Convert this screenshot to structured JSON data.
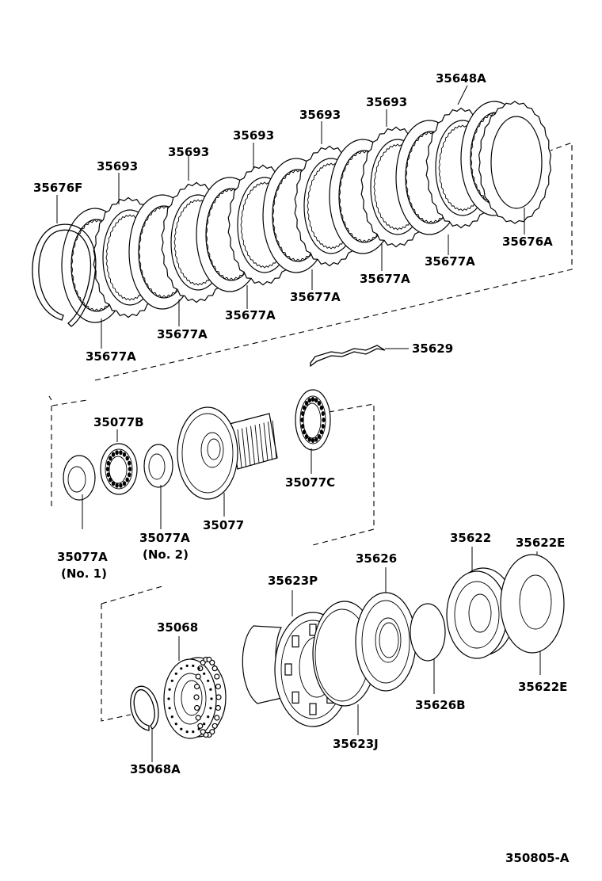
{
  "labels": {
    "l_35648A": "35648A",
    "l_35693_1": "35693",
    "l_35693_2": "35693",
    "l_35693_3": "35693",
    "l_35693_4": "35693",
    "l_35693_5": "35693",
    "l_35676F": "35676F",
    "l_35676A": "35676A",
    "l_35677A_1": "35677A",
    "l_35677A_2": "35677A",
    "l_35677A_3": "35677A",
    "l_35677A_4": "35677A",
    "l_35677A_5": "35677A",
    "l_35677A_6": "35677A",
    "l_35629": "35629",
    "l_35077B": "35077B",
    "l_35077C": "35077C",
    "l_35077": "35077",
    "l_35077A_no2": "35077A",
    "l_no2": "(No. 2)",
    "l_35077A_no1": "35077A",
    "l_no1": "(No. 1)",
    "l_35623P": "35623P",
    "l_35626": "35626",
    "l_35622": "35622",
    "l_35622E_1": "35622E",
    "l_35622E_2": "35622E",
    "l_35068": "35068",
    "l_35068A": "35068A",
    "l_35626B": "35626B",
    "l_35623J": "35623J",
    "l_ref": "350805-A"
  }
}
